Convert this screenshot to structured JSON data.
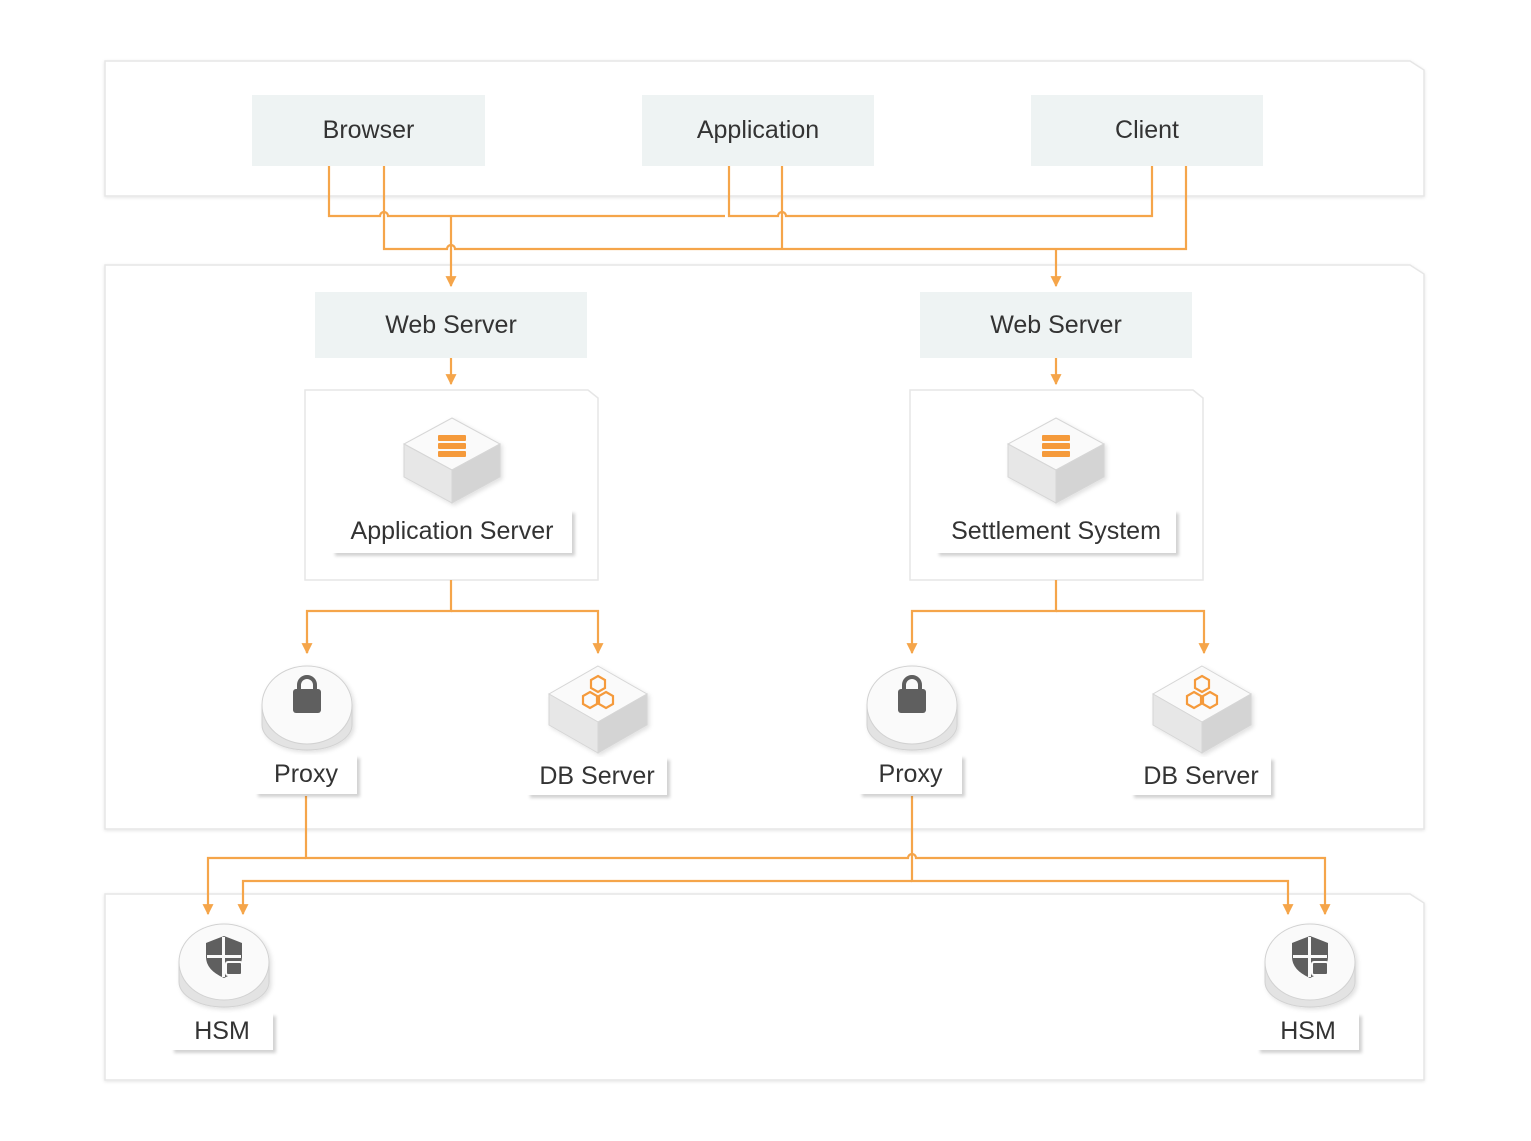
{
  "clients": {
    "browser": "Browser",
    "application": "Application",
    "client": "Client"
  },
  "left_stack": {
    "web_server": "Web Server",
    "server": "Application Server",
    "proxy": "Proxy",
    "db": "DB Server",
    "hsm": "HSM"
  },
  "right_stack": {
    "web_server": "Web Server",
    "server": "Settlement System",
    "proxy": "Proxy",
    "db": "DB Server",
    "hsm": "HSM"
  },
  "colors": {
    "connector": "#f5a54a",
    "icon_accent": "#f59a3a",
    "icon_dark": "#5e5e5e",
    "box_fill": "#eef3f3",
    "zone_border": "#e6e6e6"
  },
  "icons": {
    "server": "server-stack-icon",
    "proxy": "lock-icon",
    "db": "hexagon-cluster-icon",
    "hsm": "shield-lock-icon"
  }
}
